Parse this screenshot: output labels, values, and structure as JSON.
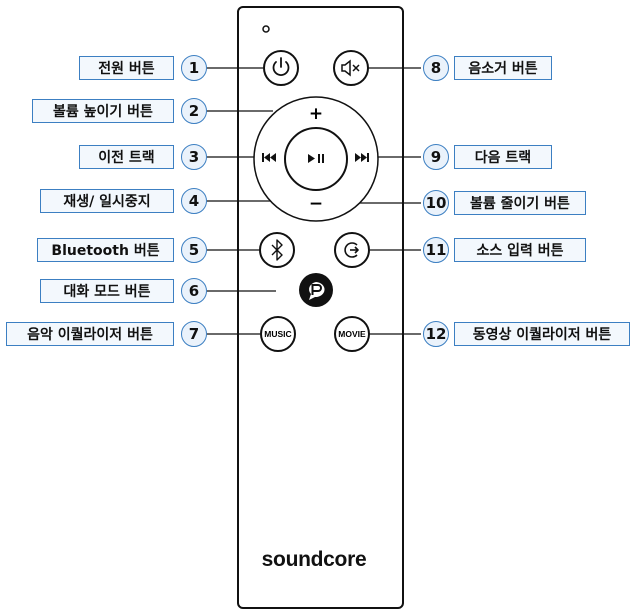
{
  "callouts": [
    {
      "num": "1",
      "label": "전원 버튼"
    },
    {
      "num": "2",
      "label": "볼륨 높이기 버튼"
    },
    {
      "num": "3",
      "label": "이전 트랙"
    },
    {
      "num": "4",
      "label": "재생/ 일시중지"
    },
    {
      "num": "5",
      "label": "Bluetooth 버튼"
    },
    {
      "num": "6",
      "label": "대화 모드 버튼"
    },
    {
      "num": "7",
      "label": "음악 이퀄라이저 버튼"
    },
    {
      "num": "8",
      "label": "음소거 버튼"
    },
    {
      "num": "9",
      "label": "다음 트랙"
    },
    {
      "num": "10",
      "label": "볼륨 줄이기 버튼"
    },
    {
      "num": "11",
      "label": "소스 입력 버튼"
    },
    {
      "num": "12",
      "label": "동영상 이퀄라이저 버튼"
    }
  ],
  "remote": {
    "plus": "+",
    "minus": "−",
    "music_label": "MUSIC",
    "movie_label": "MOVIE",
    "brand": "soundcore"
  },
  "icons": [
    "power-icon",
    "mute-icon",
    "previous-track-icon",
    "play-pause-icon",
    "next-track-icon",
    "bluetooth-icon",
    "source-input-icon",
    "dialogue-mode-icon"
  ]
}
